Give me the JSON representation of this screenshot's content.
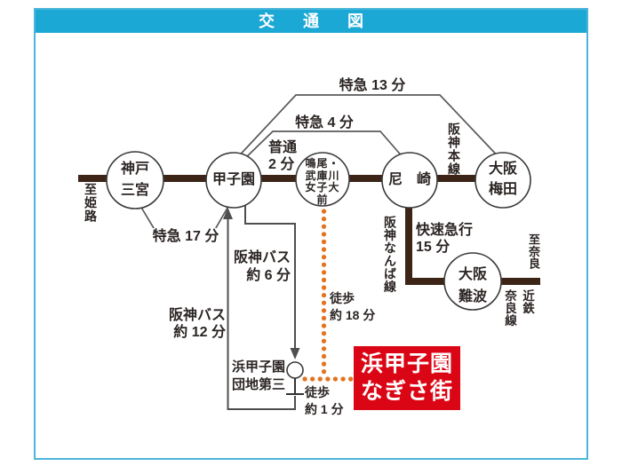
{
  "header": {
    "title": "交　通　図"
  },
  "colors": {
    "c-header": "#1BA8D5",
    "c-border": "#4AB5D9",
    "c-rail": "#3C2417",
    "c-orange": "#E4731C",
    "c-red": "#DB0615"
  },
  "stations": {
    "kobe": {
      "label": "神戸\n三宮"
    },
    "koshien": {
      "label": "甲子園"
    },
    "naruo": {
      "label": "鳴尾・\n武庫川\n女子大\n前"
    },
    "amagasaki": {
      "label": "尼　崎"
    },
    "umeda": {
      "label": "大阪\n梅田"
    },
    "namba": {
      "label": "大阪\n難波"
    }
  },
  "lines": {
    "to_himeji": "至姫路",
    "hanshin_main": "阪神本線",
    "hanshin_namba": "阪神なんば線",
    "rapid_express": "快速急行\n15 分",
    "to_nara": "至奈良",
    "kintetsu_nara": "近鉄\n奈良線"
  },
  "routes": {
    "ltd_express_13": "特急 13 分",
    "ltd_express_4": "特急 4 分",
    "ltd_express_17": "特急 17 分",
    "local_2": "普通\n2 分"
  },
  "bus": {
    "route_6": "阪神バス\n約 6 分",
    "route_12": "阪神バス\n約 12 分",
    "stop_name": "浜甲子園\n団地第三"
  },
  "walk": {
    "w18": "徒歩\n約 18 分",
    "w1": "徒歩\n約 1 分"
  },
  "destination": {
    "label": "浜甲子園\nなぎさ街"
  }
}
